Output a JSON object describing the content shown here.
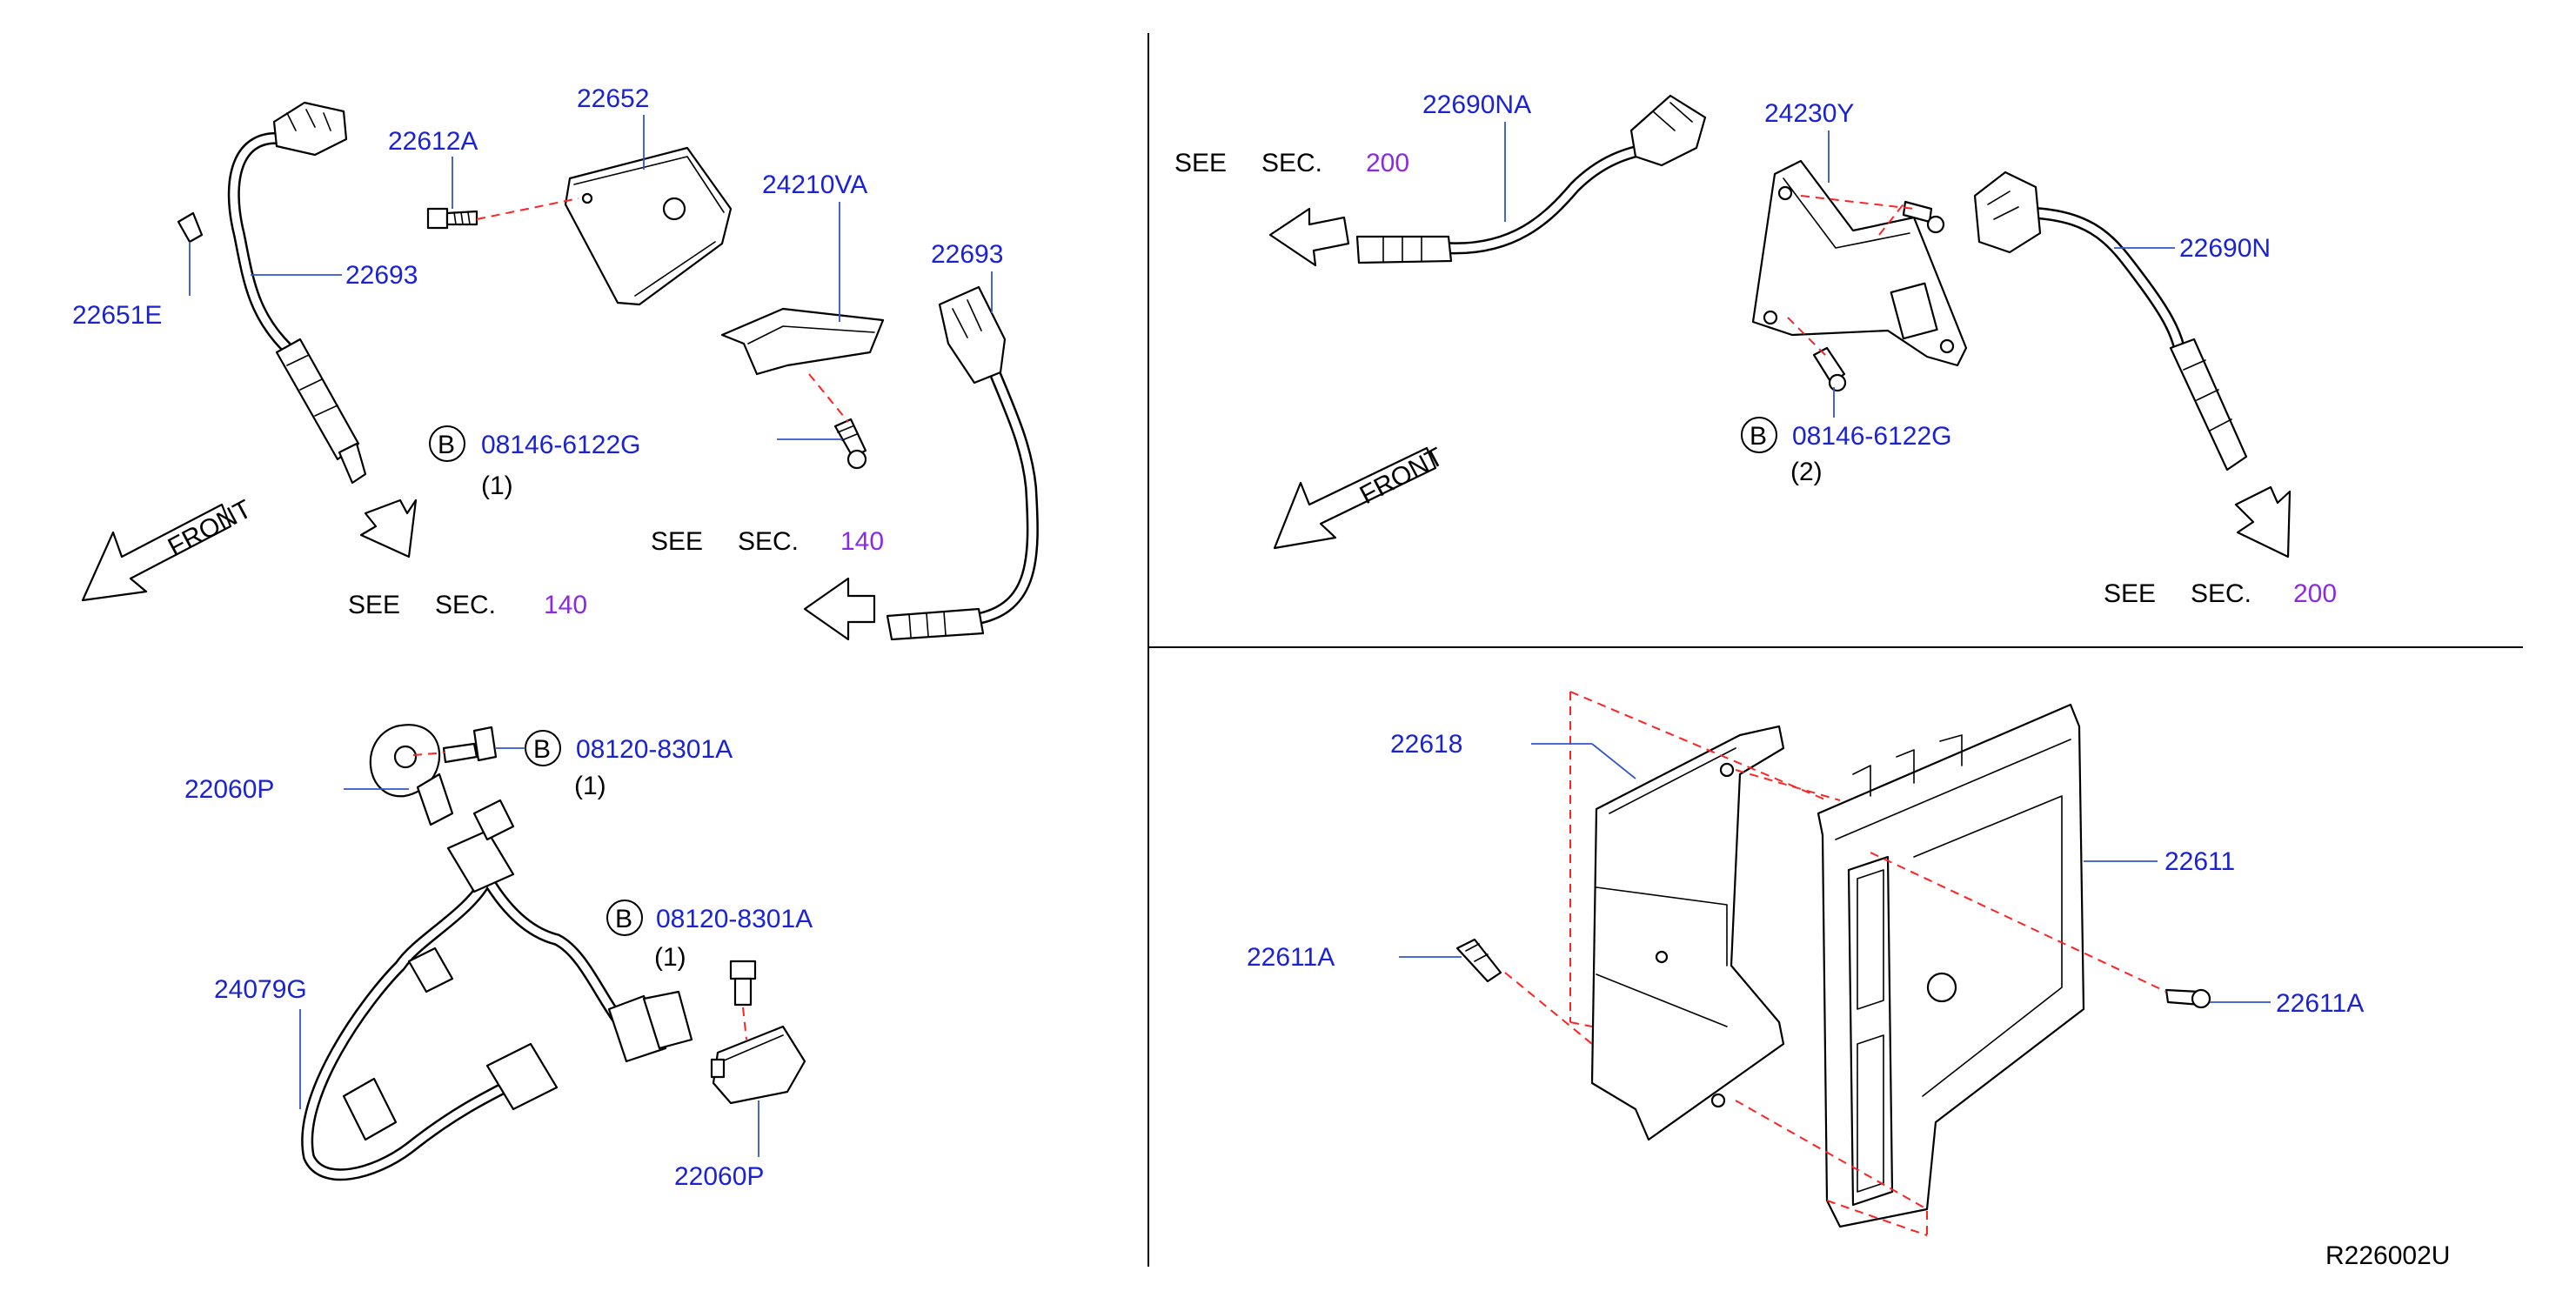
{
  "colors": {
    "part_number": "#1a22d6",
    "section_number": "#8a2be2",
    "leader": "#3355cc",
    "dashed": "#ff2222",
    "text": "#000000"
  },
  "q1": {
    "p22612A": "22612A",
    "p22652": "22652",
    "p24210VA": "24210VA",
    "p22693a": "22693",
    "p22693b": "22693",
    "p22651E": "22651E",
    "bolt_mark": "B",
    "bolt": "08146-6122G",
    "bolt_qty": "(1)",
    "front": "FRONT",
    "see1_see": "SEE",
    "see1_sec": "SEC.",
    "see1_num": "140",
    "see2_see": "SEE",
    "see2_sec": "SEC.",
    "see2_num": "140"
  },
  "q2": {
    "p22690NA": "22690NA",
    "p24230Y": "24230Y",
    "p22690N": "22690N",
    "see1_see": "SEE",
    "see1_sec": "SEC.",
    "see1_num": "200",
    "bolt_mark": "B",
    "bolt": "08146-6122G",
    "bolt_qty": "(2)",
    "front": "FRONT",
    "see2_see": "SEE",
    "see2_sec": "SEC.",
    "see2_num": "200"
  },
  "q3": {
    "bolt1_mark": "B",
    "bolt1": "08120-8301A",
    "bolt1_qty": "(1)",
    "p22060P_a": "22060P",
    "bolt2_mark": "B",
    "bolt2": "08120-8301A",
    "bolt2_qty": "(1)",
    "p24079G": "24079G",
    "p22060P_b": "22060P"
  },
  "q4": {
    "p22618": "22618",
    "p22611": "22611",
    "p22611A_left": "22611A",
    "p22611A_right": "22611A"
  },
  "diagram_code": "R226002U"
}
